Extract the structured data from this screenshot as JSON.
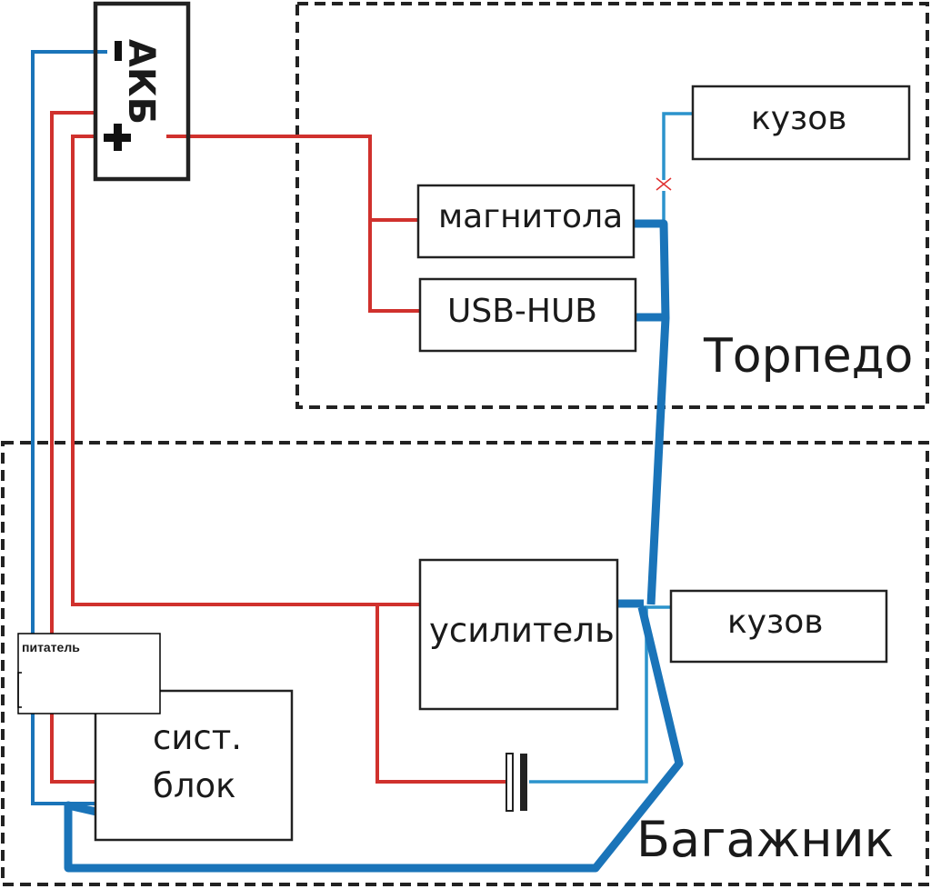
{
  "battery": {
    "label": "АКБ",
    "minus": "−",
    "plus": "+"
  },
  "zones": {
    "dashboard": "Торпедо",
    "trunk": "Багажник"
  },
  "devices": {
    "head_unit": "магнитола",
    "usb_hub": "USB-HUB",
    "ground_top": "кузов",
    "amplifier": "усилитель",
    "ground_amp": "кузов",
    "pc_line1": "сист.",
    "pc_line2": "блок",
    "psu": "питатель"
  },
  "colors": {
    "positive": "#d0312d",
    "negative": "#1a74b9",
    "negative_light": "#2b93cc",
    "outline": "#222222"
  }
}
